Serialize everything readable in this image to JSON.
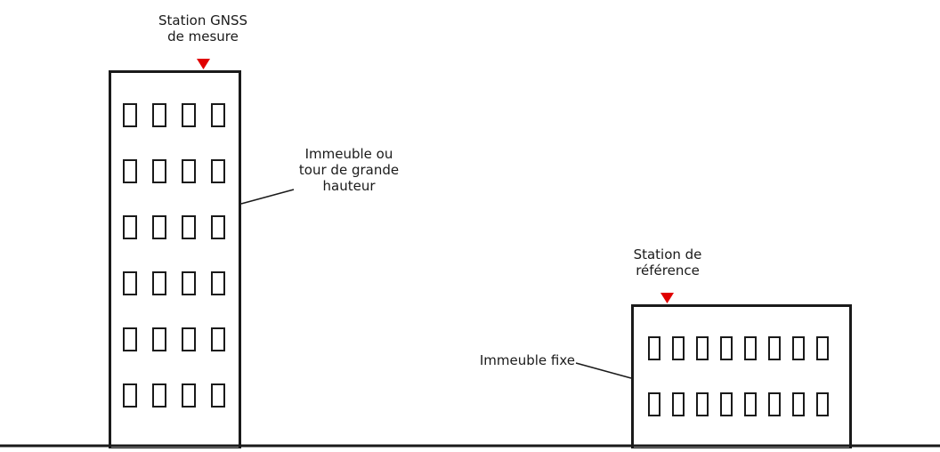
{
  "labels": {
    "gnss_station": [
      "Station GNSS",
      "de mesure"
    ],
    "tall_building": [
      "Immeuble ou",
      "tour de grande",
      "hauteur"
    ],
    "reference_station": [
      "Station de",
      "référence"
    ],
    "fixed_building": "Immeuble fixe"
  },
  "buildings": {
    "tall": {
      "window_columns": 4,
      "window_rows": 6
    },
    "fixed": {
      "window_columns": 8,
      "window_rows": 2
    }
  },
  "colors": {
    "stroke": "#1a1a1a",
    "marker": "#e00000",
    "background": "#ffffff"
  },
  "icons": {
    "station_marker": "inverted-triangle"
  }
}
